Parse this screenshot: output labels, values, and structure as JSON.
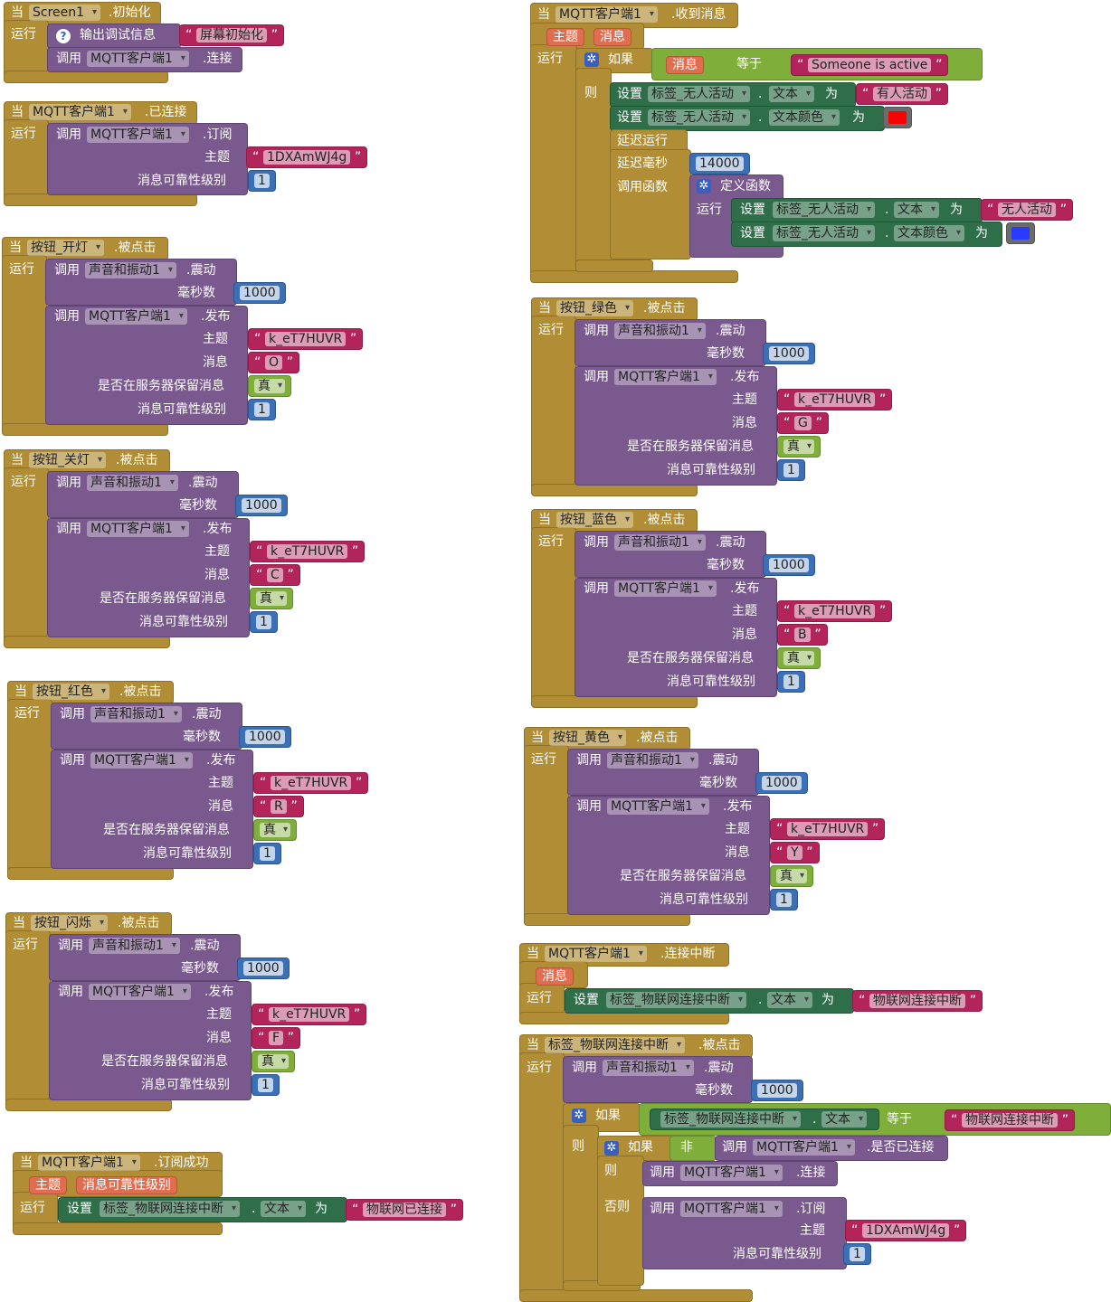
{
  "kw": {
    "when": "当",
    "run": "运行",
    "call": "调用",
    "set": "设置",
    "to": "为",
    "if": "如果",
    "then": "则",
    "else": "否则",
    "equals": "等于",
    "not": "非",
    "delay_run": "延迟运行",
    "delay_ms": "延迟毫秒",
    "call_func": "调用函数",
    "define_func": "定义函数",
    "text_prop": "文本",
    "textcolor_prop": "文本颜色",
    "ms": "毫秒数",
    "topic": "主题",
    "message": "消息",
    "retain": "是否在服务器保留消息",
    "qos": "消息可靠性级别",
    "true": "真",
    "m_vibrate": ".震动",
    "m_publish": ".发布",
    "m_connect": ".连接",
    "m_subscribe": ".订阅",
    "m_isconnected": ".是否已连接",
    "print_debug": "输出调试信息"
  },
  "comp": {
    "screen": "Screen1",
    "mqtt": "MQTT客户端1",
    "sound": "声音和振动1",
    "lbl_nobody": "标签_无人活动",
    "lbl_iot": "标签_物联网连接中断",
    "btn_on": "按钮_开灯",
    "btn_off": "按钮_关灯",
    "btn_red": "按钮_红色",
    "btn_flash": "按钮_闪烁",
    "btn_green": "按钮_绿色",
    "btn_blue": "按钮_蓝色",
    "btn_yellow": "按钮_黄色"
  },
  "events": {
    "init": ".初始化",
    "connected": ".已连接",
    "click": ".被点击",
    "sub_ok": ".订阅成功",
    "recv": ".收到消息",
    "disconnected": ".连接中断"
  },
  "params": {
    "topic": "主题",
    "message": "消息",
    "qos": "消息可靠性级别"
  },
  "values": {
    "screen_init_text": "屏幕初始化",
    "sub_topic": "1DXAmWJ4g",
    "pub_topic": "k_eT7HUVR",
    "ms": "1000",
    "qos": "1",
    "someone": "Someone is active",
    "someone_cn": "有人活动",
    "nobody_cn": "无人活动",
    "delay": "14000",
    "iot_connected": "物联网已连接",
    "iot_disconnected": "物联网连接中断",
    "msg_on": "O",
    "msg_off": "C",
    "msg_red": "R",
    "msg_flash": "F",
    "msg_green": "G",
    "msg_blue": "B",
    "msg_yellow": "Y"
  },
  "colors": {
    "red": "#ff0000",
    "blue": "#2a3bff"
  }
}
